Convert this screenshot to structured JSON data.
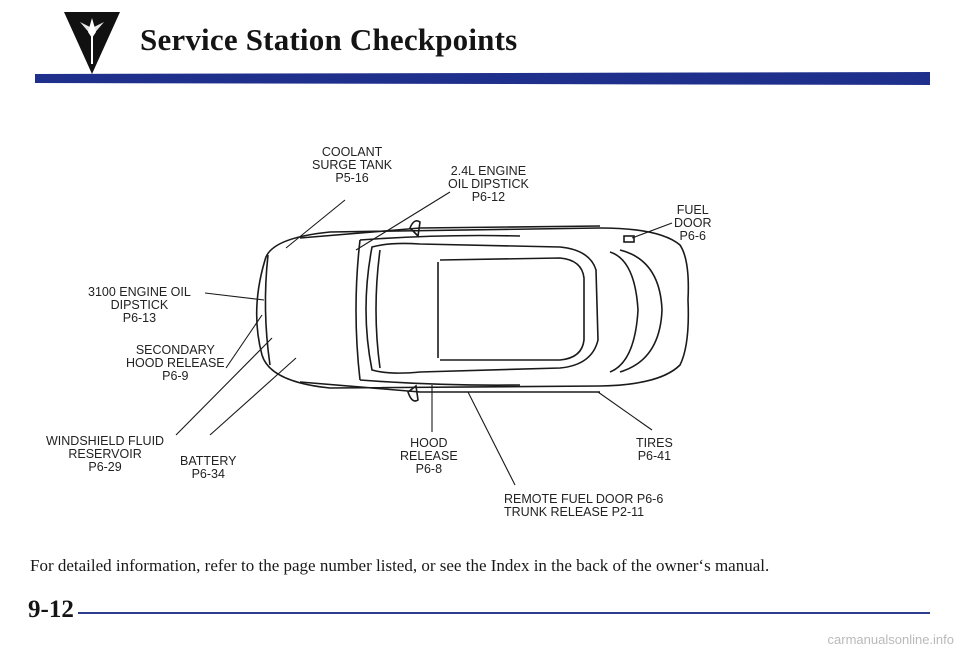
{
  "page": {
    "title": "Service Station Checkpoints",
    "page_number": "9-12",
    "footer_text": "For detailed information, refer to the page number listed, or see the Index in the back of the owner‘s manual.",
    "watermark": "carmanualsonline.info",
    "accent_color": "#1f2f8c"
  },
  "labels": {
    "coolant": [
      "COOLANT",
      "SURGE TANK",
      "P5-16"
    ],
    "engine_dipstick_24": [
      "2.4L ENGINE",
      "OIL DIPSTICK",
      "P6-12"
    ],
    "fuel_door": [
      "FUEL",
      "DOOR",
      "P6-6"
    ],
    "engine_dipstick_3100": [
      "3100 ENGINE OIL",
      "DIPSTICK",
      "P6-13"
    ],
    "secondary_hood": [
      "SECONDARY",
      "HOOD RELEASE",
      "P6-9"
    ],
    "washer": [
      "WINDSHIELD FLUID",
      "RESERVOIR",
      "P6-29"
    ],
    "battery": [
      "BATTERY",
      "P6-34"
    ],
    "hood_release": [
      "HOOD",
      "RELEASE",
      "P6-8"
    ],
    "tires": [
      "TIRES",
      "P6-41"
    ],
    "remote_fuel": [
      "REMOTE FUEL DOOR P6-6",
      "TRUNK RELEASE P2-11"
    ]
  }
}
